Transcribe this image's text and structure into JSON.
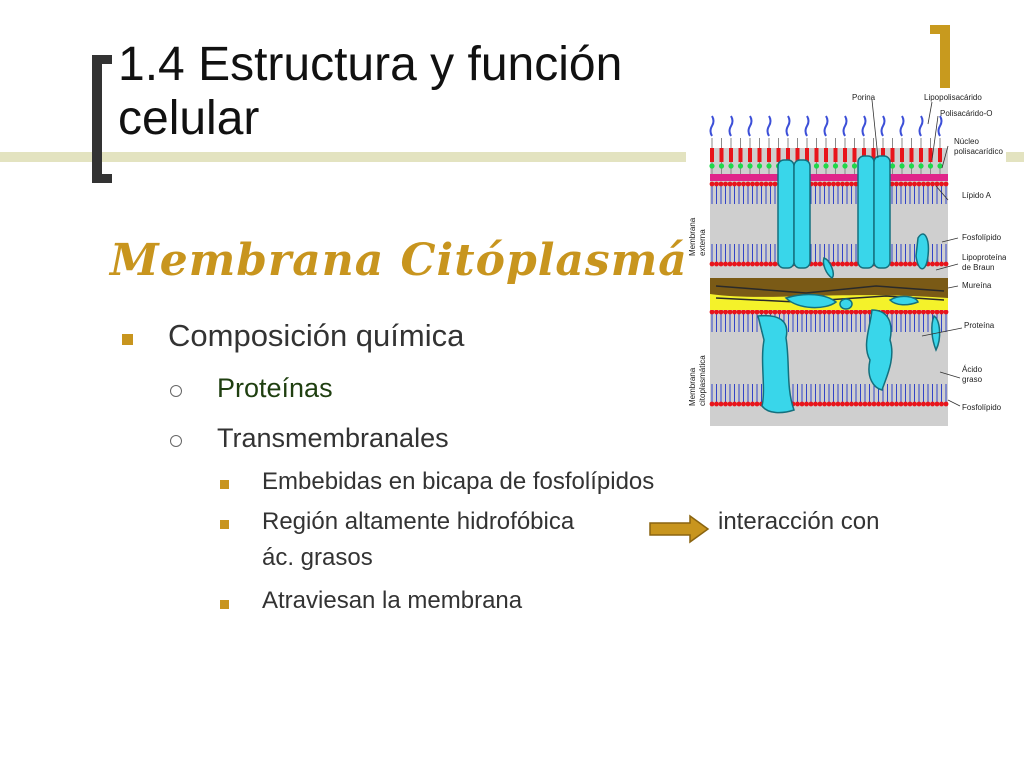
{
  "slide": {
    "title": "1.4 Estructura y función celular",
    "subtitle": "Membrana  Citóplasmática",
    "bullets": {
      "l1": "Composición química",
      "l2a": "Proteínas",
      "l2b": "Transmembranales",
      "l3a": "Embebidas en bicapa de fosfolípidos",
      "l3b_left": "Región altamente hidrofóbica",
      "l3b_right": "interacción con",
      "l3b_cont": "ác. grasos",
      "l3c": "Atraviesan la membrana"
    }
  },
  "figure": {
    "labels": {
      "porina": "Porina",
      "lipopolisacarido": "Lipopolisacárido",
      "polisacarido_o": "Polisacárido-O",
      "nucleo": "Núcleo",
      "polisacaridico": "polisacarídico",
      "lipido_a": "Lípido A",
      "fosfolipido1": "Fosfolípido",
      "lipoproteina": "Lipoproteína",
      "de_braun": "de Braun",
      "mureina": "Mureína",
      "proteina": "Proteína",
      "acido": "Ácido",
      "graso": "graso",
      "fosfolipido2": "Fosfolípido",
      "membrana_externa_1": "Membrana",
      "membrana_externa_2": "externa",
      "membrana_cito_1": "Membrana",
      "membrana_cito_2": "citoplasmática"
    },
    "colors": {
      "head": "#e8141b",
      "protein": "#39d6ea",
      "mureina": "#7a5a16",
      "yellow_layer": "#f4f22a",
      "lps_chain": "#3c4fd8",
      "lipid_a": "#e0258a",
      "core": "#1fd84a"
    }
  }
}
